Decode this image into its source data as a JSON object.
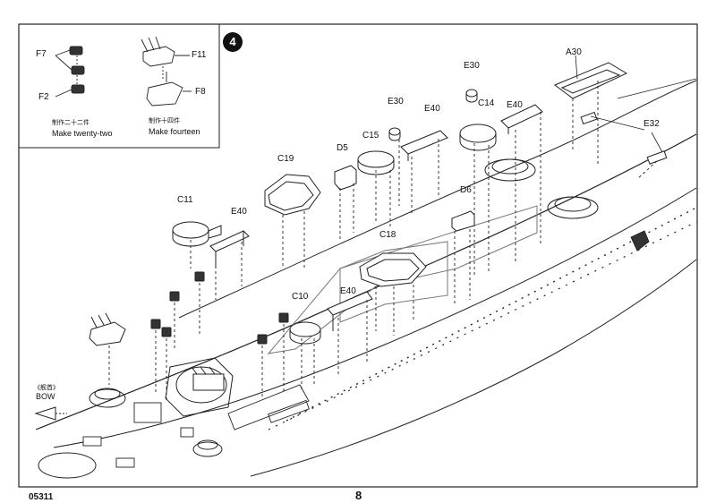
{
  "step": "4",
  "page_number": "8",
  "model_code": "05311",
  "inset": {
    "f7": "F7",
    "f2": "F2",
    "f11": "F11",
    "f8": "F8",
    "cn_left": "制作二十二件",
    "en_left": "Make twenty-two",
    "cn_right": "制作十四件",
    "en_right": "Make fourteen"
  },
  "bow": {
    "cn": "《舰首》",
    "en": "BOW"
  },
  "parts": {
    "a30": "A30",
    "e30a": "E30",
    "e30b": "E30",
    "c14": "C14",
    "e40a": "E40",
    "e40b": "E40",
    "e40c": "E40",
    "e40d": "E40",
    "e32": "E32",
    "c15": "C15",
    "d5": "D5",
    "c19": "C19",
    "c11": "C11",
    "d6": "D6",
    "c18": "C18",
    "c10": "C10"
  },
  "colors": {
    "line": "#222222",
    "background": "#ffffff"
  }
}
